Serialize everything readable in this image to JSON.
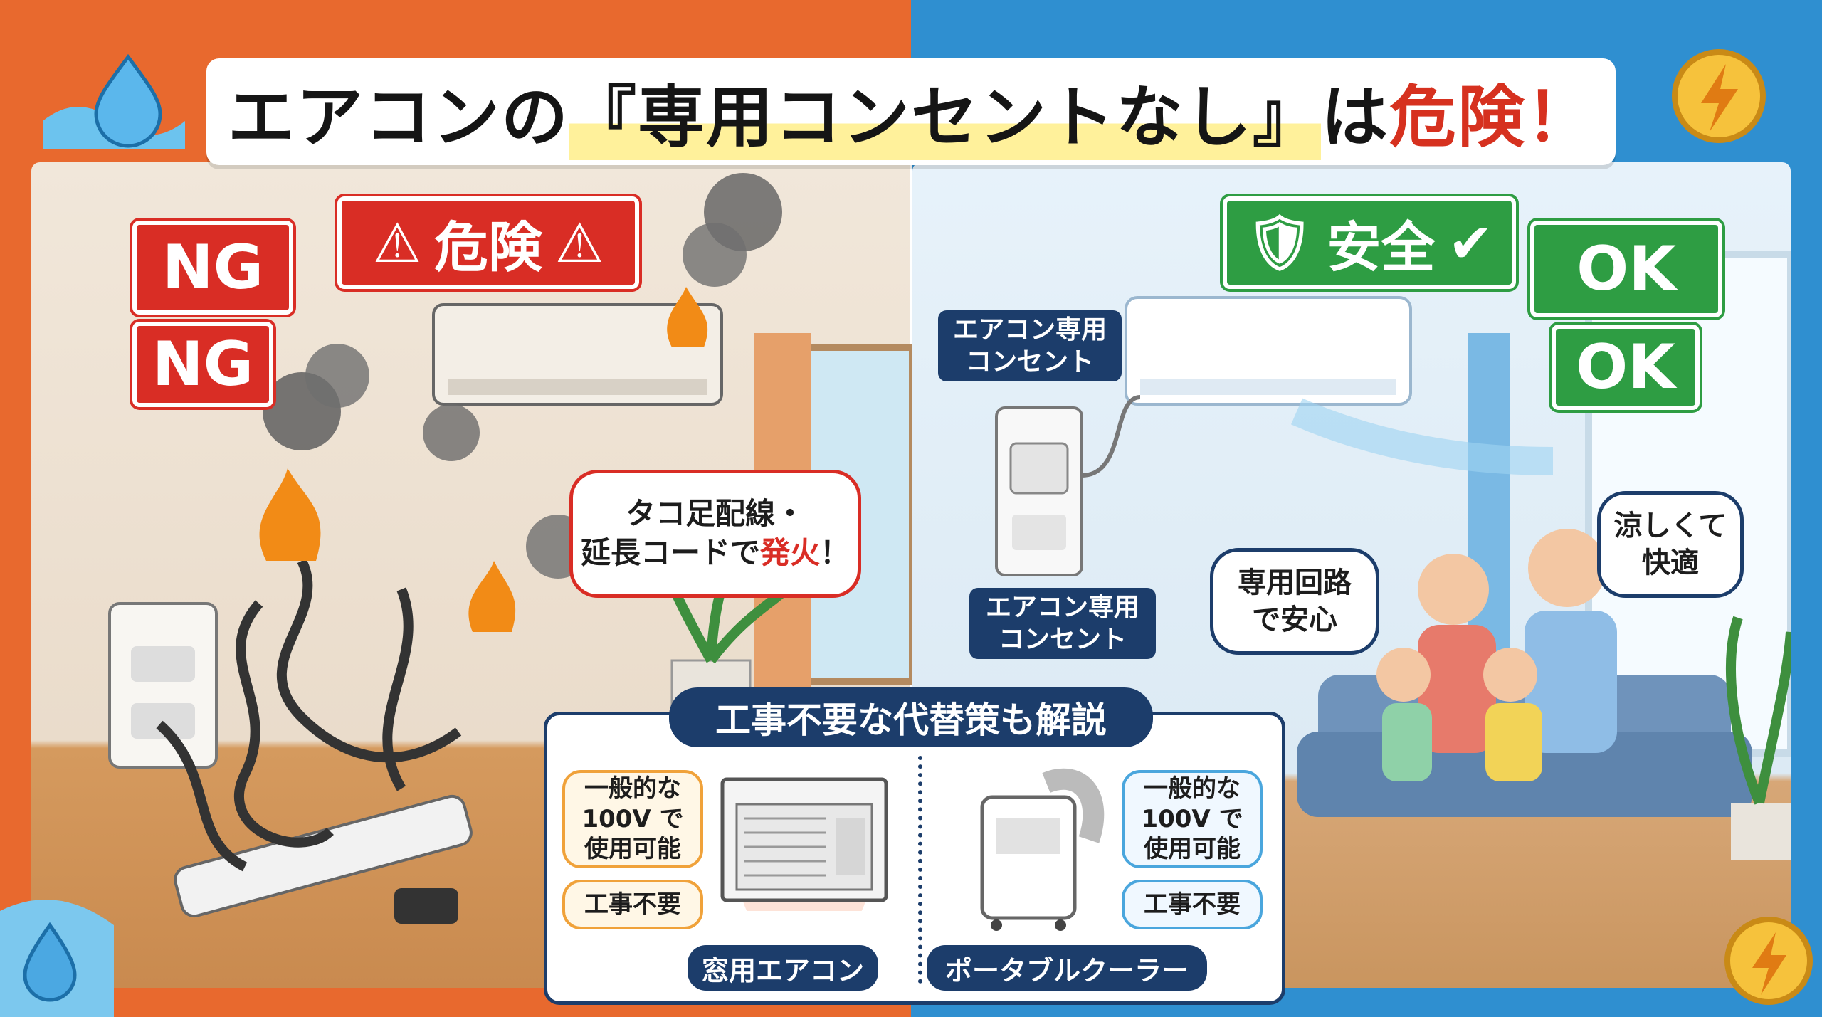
{
  "title": {
    "before": "エアコンの",
    "highlight": "『専用コンセントなし』",
    "middle": "は",
    "danger": "危険",
    "end": "！"
  },
  "left": {
    "ng_signs": [
      "NG",
      "NG"
    ],
    "danger_sign": "危険",
    "bubble": {
      "line1": "タコ足配線・",
      "line2_prefix": "延長コードで",
      "line2_hl": "発火",
      "line2_suffix": "！"
    }
  },
  "right": {
    "safe_sign": "安全",
    "ok_signs": [
      "OK",
      "OK"
    ],
    "outlet_label_top": [
      "エアコン専用",
      "コンセント"
    ],
    "outlet_label_bottom": [
      "エアコン専用",
      "コンセント"
    ],
    "bubble_dedicated": [
      "専用回路",
      "で安心"
    ],
    "bubble_comfort": [
      "涼しくて",
      "快適"
    ]
  },
  "alternatives": {
    "title": "工事不要な代替策も解説",
    "window": {
      "pill1": [
        "一般的な",
        "100V で",
        "使用可能"
      ],
      "pill2": "工事不要",
      "caption": "窓用エアコン"
    },
    "portable": {
      "pill1": [
        "一般的な",
        "100V で",
        "使用可能"
      ],
      "pill2": "工事不要",
      "caption": "ポータブルクーラー"
    }
  },
  "colors": {
    "left_accent": "#e8692e",
    "right_accent": "#2f8fd0",
    "ng_red": "#d92d25",
    "ok_green": "#2e9d43",
    "navy": "#1c3d6b"
  }
}
